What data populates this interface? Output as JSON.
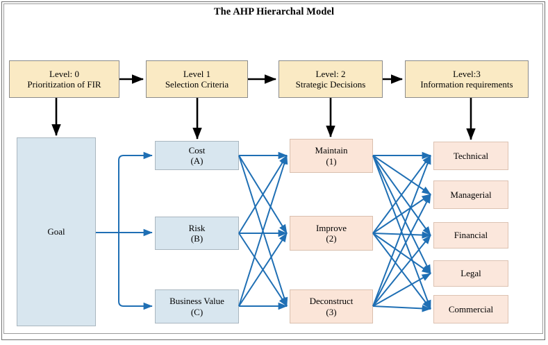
{
  "figure": {
    "title": "The AHP Hierarchal Model",
    "colors": {
      "level_band": "#faeac4",
      "criteria": "#d8e6ef",
      "decision": "#fbe5d8",
      "information": "#fbe7dc",
      "connector_blue": "#1f6fb4",
      "connector_black": "#000000",
      "frame": "#6e6e6e"
    }
  },
  "levels": [
    {
      "line1": "Level: 0",
      "line2": "Prioritization of FIR"
    },
    {
      "line1": "Level 1",
      "line2": "Selection Criteria"
    },
    {
      "line1": "Level: 2",
      "line2": "Strategic Decisions"
    },
    {
      "line1": "Level:3",
      "line2": "Information requirements"
    }
  ],
  "goal": {
    "label": "Goal"
  },
  "criteria": [
    {
      "name": "Cost",
      "code": "(A)"
    },
    {
      "name": "Risk",
      "code": "(B)"
    },
    {
      "name": "Business Value",
      "code": "(C)"
    }
  ],
  "decisions": [
    {
      "name": "Maintain",
      "code": "(1)"
    },
    {
      "name": "Improve",
      "code": "(2)"
    },
    {
      "name": "Deconstruct",
      "code": "(3)"
    }
  ],
  "information_requirements": [
    {
      "name": "Technical"
    },
    {
      "name": "Managerial"
    },
    {
      "name": "Financial"
    },
    {
      "name": "Legal"
    },
    {
      "name": "Commercial"
    }
  ],
  "chart_data": {
    "type": "diagram",
    "title": "The AHP Hierarchal Model",
    "layout": "left-to-right hierarchy, 4 levels",
    "nodes": {
      "level_headers": [
        "Level: 0 / Prioritization of FIR",
        "Level 1 / Selection Criteria",
        "Level: 2 / Strategic Decisions",
        "Level:3 / Information requirements"
      ],
      "level0": [
        "Goal"
      ],
      "level1": [
        "Cost (A)",
        "Risk (B)",
        "Business Value (C)"
      ],
      "level2": [
        "Maintain (1)",
        "Improve (2)",
        "Deconstruct (3)"
      ],
      "level3": [
        "Technical",
        "Managerial",
        "Financial",
        "Legal",
        "Commercial"
      ]
    },
    "edges": {
      "header_chain": [
        [
          "Level: 0",
          "Level 1"
        ],
        [
          "Level 1",
          "Level: 2"
        ],
        [
          "Level: 2",
          "Level:3"
        ]
      ],
      "goal_to_criteria": [
        [
          "Goal",
          "Cost (A)"
        ],
        [
          "Goal",
          "Risk (B)"
        ],
        [
          "Goal",
          "Business Value (C)"
        ]
      ],
      "criteria_to_decisions": "complete bipartite 3x3",
      "decisions_to_information": "complete bipartite 3x5"
    }
  }
}
